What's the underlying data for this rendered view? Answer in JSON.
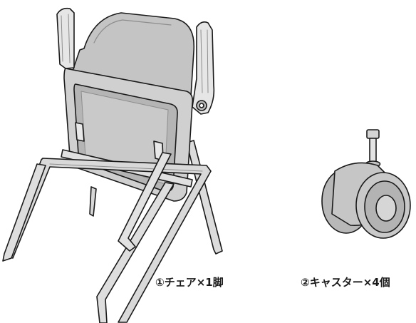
{
  "captions": {
    "chair": "①チェア×1脚",
    "caster": "②キャスター×4個"
  },
  "colors": {
    "line": "#1a1a1a",
    "seat_fill": "#c9c9c9",
    "seat_light": "#e2e2e2",
    "seat_dark": "#a8a8a8",
    "frame_fill": "#dcdcdc",
    "caster_fill": "#bdbdbd"
  },
  "icons": {
    "chair": "folding-chair-illustration",
    "caster": "caster-wheel-illustration"
  }
}
